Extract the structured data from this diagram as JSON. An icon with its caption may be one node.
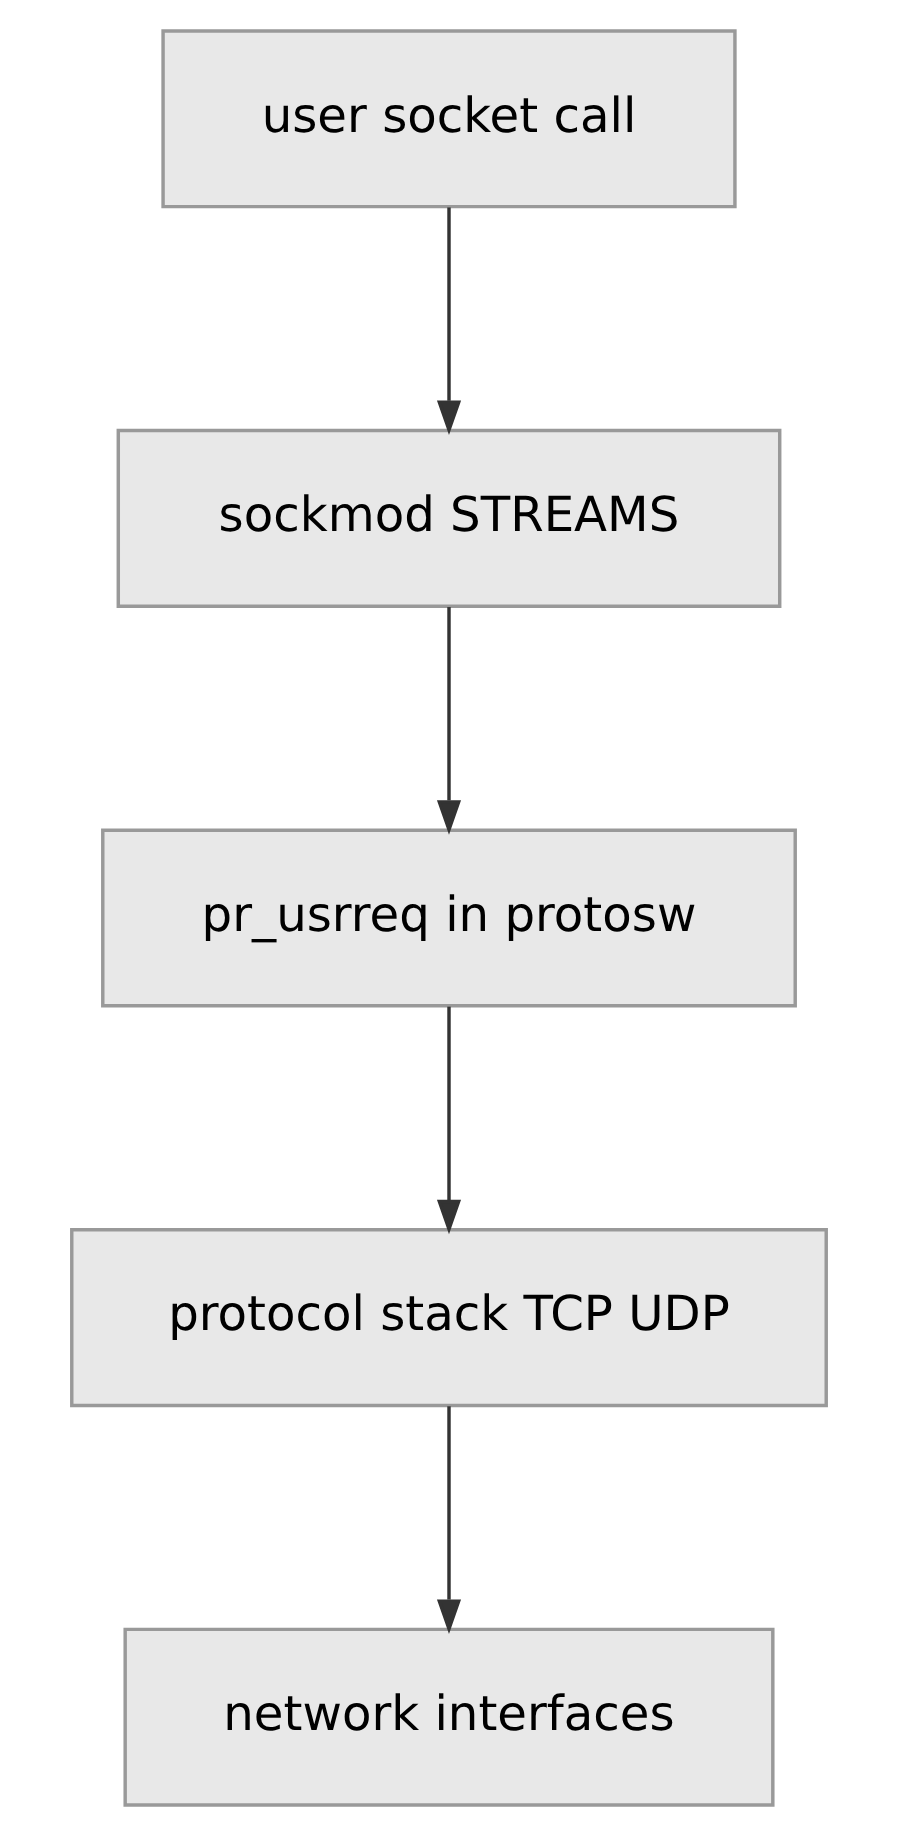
{
  "diagram": {
    "nodes": [
      {
        "text": [
          "user socket call"
        ]
      },
      {
        "text": [
          "sockmod STREAMS"
        ]
      },
      {
        "text": [
          "pr_usrreq in protosw"
        ]
      },
      {
        "text": [
          "protocol stack TCP UDP"
        ]
      },
      {
        "text": [
          "network interfaces"
        ]
      }
    ],
    "edges": [
      {
        "from": 0,
        "to": 1,
        "arrow": "to"
      },
      {
        "from": 1,
        "to": 2,
        "arrow": "to"
      },
      {
        "from": 2,
        "to": 3,
        "arrow": "to"
      },
      {
        "from": 3,
        "to": 4,
        "arrow": "to"
      }
    ]
  }
}
